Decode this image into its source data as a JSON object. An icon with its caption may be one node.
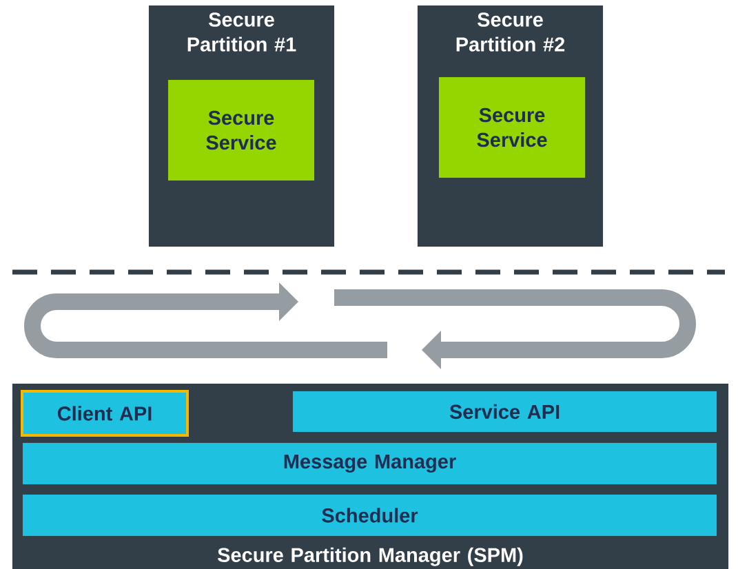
{
  "diagram": {
    "nodes": [
      {
        "text": [
          "Secure Partition #1"
        ]
      },
      {
        "text": [
          "Secure Service"
        ],
        "in": 0
      },
      {
        "text": [
          "Secure Partition #2"
        ]
      },
      {
        "text": [
          "Secure Service"
        ],
        "in": 2
      },
      {
        "text": [
          "Secure Partition Manager (SPM)"
        ]
      },
      {
        "text": [
          "Client API"
        ],
        "in": 4
      },
      {
        "text": [
          "Service API"
        ],
        "in": 4
      },
      {
        "text": [
          "Message Manager"
        ],
        "in": 4
      },
      {
        "text": [
          "Scheduler"
        ],
        "in": 4
      }
    ]
  }
}
